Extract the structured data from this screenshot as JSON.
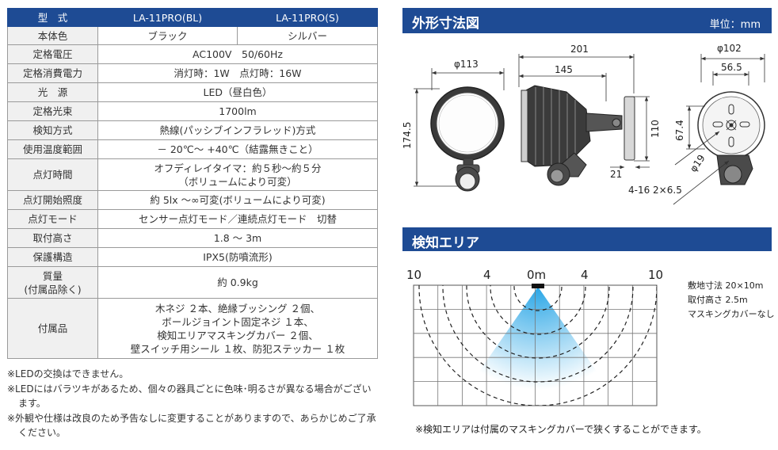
{
  "spec_table": {
    "header": {
      "model": "型　式",
      "bl": "LA-11PRO(BL)",
      "s": "LA-11PRO(S)"
    },
    "rows": {
      "color": {
        "label": "本体色",
        "bl": "ブラック",
        "s": "シルバー"
      },
      "voltage": {
        "label": "定格電圧",
        "value": "AC100V　50/60Hz"
      },
      "power": {
        "label": "定格消費電力",
        "value": "消灯時：1W　点灯時：16W"
      },
      "light_source": {
        "label": "光　源",
        "value": "LED（昼白色）"
      },
      "flux": {
        "label": "定格光束",
        "value": "1700lm"
      },
      "detection": {
        "label": "検知方式",
        "value": "熱線(パッシブインフラレッド)方式"
      },
      "temp": {
        "label": "使用温度範囲",
        "value": "－ 20℃～ +40℃（結露無きこと）"
      },
      "on_time": {
        "label": "点灯時間",
        "value": "オフディレイタイマ：約５秒～約５分\n（ボリュームにより可変）"
      },
      "illuminance": {
        "label": "点灯開始照度",
        "value": "約 5lx ～∞可変(ボリュームにより可変)"
      },
      "mode": {
        "label": "点灯モード",
        "value": "センサー点灯モード／連続点灯モード　切替"
      },
      "height": {
        "label": "取付高さ",
        "value": "1.8 ～ 3m"
      },
      "protection": {
        "label": "保護構造",
        "value": "IPX5(防噴流形)"
      },
      "weight": {
        "label": "質量\n(付属品除く)",
        "value": "約 0.9kg"
      },
      "accessories": {
        "label": "付属品",
        "value": "木ネジ ２本、絶縁ブッシング ２個、\nボールジョイント固定ネジ １本、\n検知エリアマスキングカバー ２個、\n壁スイッチ用シール １枚、防犯ステッカー １枚"
      }
    }
  },
  "notes": [
    "※LEDの交換はできません。",
    "※LEDにはバラツキがあるため、個々の器具ごとに色味･明るさが異なる場合がございます。",
    "※外観や仕様は改良のため予告なしに変更することがありますので、あらかじめご了承ください。"
  ],
  "dimensions": {
    "title": "外形寸法図",
    "unit": "単位：mm",
    "labels": {
      "d113": "φ113",
      "w201": "201",
      "w145": "145",
      "h174": "174.5",
      "h110": "110",
      "w21": "21",
      "slot": "4-16 2×6.5",
      "d102": "φ102",
      "w56": "56.5",
      "h67": "67.4",
      "d19": "φ19"
    }
  },
  "detection_area": {
    "title": "検知エリア",
    "axis_labels": [
      "10",
      "4",
      "0m",
      "4",
      "10"
    ],
    "legend": [
      "敷地寸法 20×10m",
      "取付高さ 2.5m",
      "マスキングカバーなし"
    ],
    "note": "※検知エリアは付属のマスキングカバーで狭くすることができます。"
  }
}
